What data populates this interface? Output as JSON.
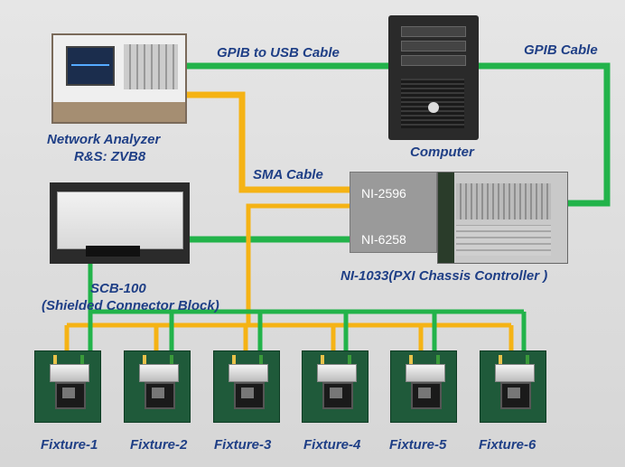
{
  "labels": {
    "gpib_usb": "GPIB to USB Cable",
    "gpib": "GPIB  Cable",
    "na_line1": "Network Analyzer",
    "na_line2": "R&S: ZVB8",
    "computer": "Computer",
    "sma": "SMA Cable",
    "ni2596": "NI-2596",
    "ni6258": "NI-6258",
    "ni1033": "NI-1033(PXI Chassis Controller )",
    "scb_line1": "SCB-100",
    "scb_line2": "(Shielded Connector Block)"
  },
  "fixtures": [
    "Fixture-1",
    "Fixture-2",
    "Fixture-3",
    "Fixture-4",
    "Fixture-5",
    "Fixture-6"
  ],
  "colors": {
    "green_cable": "#22b34a",
    "orange_cable": "#f5b315",
    "label_blue": "#1f3f86"
  }
}
